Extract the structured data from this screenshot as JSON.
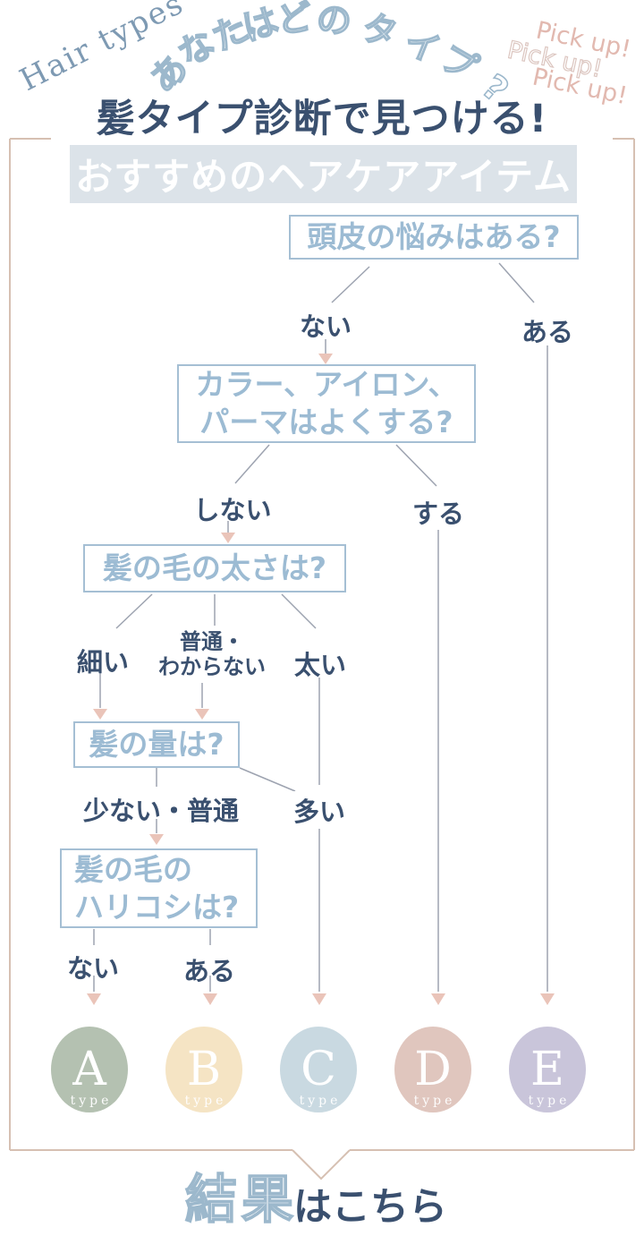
{
  "header": {
    "hair_types": "Hair types",
    "arch": [
      "あ",
      "な",
      "た",
      "は",
      "ど",
      "の",
      "タ",
      "イ",
      "プ",
      "?"
    ],
    "pickups": [
      "Pick up!",
      "Pick up!",
      "Pick up!"
    ],
    "title": "髪タイプ診断で見つける!",
    "subtitle": "おすすめのヘアケアアイテム"
  },
  "flow": {
    "q1": {
      "text": "頭皮の悩みはある?",
      "no": "ない",
      "yes": "ある"
    },
    "q2": {
      "line1": "カラー、アイロン、",
      "line2": "パーマはよくする?",
      "no": "しない",
      "yes": "する"
    },
    "q3": {
      "text": "髪の毛の太さは?",
      "thin": "細い",
      "normal1": "普通・",
      "normal2": "わからない",
      "thick": "太い"
    },
    "q4": {
      "text": "髪の量は?",
      "low": "少ない・普通",
      "high": "多い"
    },
    "q5": {
      "line1": "髪の毛の",
      "line2": "ハリコシは?",
      "no": "ない",
      "yes": "ある"
    }
  },
  "results": {
    "types": [
      {
        "letter": "A",
        "label": "type",
        "color": "#b4c1b1"
      },
      {
        "letter": "B",
        "label": "type",
        "color": "#f5e4c4"
      },
      {
        "letter": "C",
        "label": "type",
        "color": "#c9d9e1"
      },
      {
        "letter": "D",
        "label": "type",
        "color": "#e0c6be"
      },
      {
        "letter": "E",
        "label": "type",
        "color": "#c9c5da"
      }
    ],
    "footer_outline": "結果",
    "footer_solid": "はこちら"
  },
  "colors": {
    "navy": "#3a506f",
    "box_blue": "#9cbbd3",
    "frame_tan": "#d6c0b2",
    "connector_gray": "#9da3b0",
    "arrow_pink": "#eac4b9",
    "subtitle_bg": "#dce3e9",
    "pickup_pink": "#e2b9b0",
    "hair_types_blue": "#7e9ab3",
    "arch_outline_blue": "#9cb8cc"
  }
}
